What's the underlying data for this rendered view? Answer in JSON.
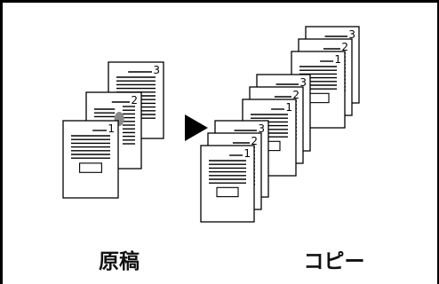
{
  "figure": {
    "original_caption": "原稿",
    "copy_caption": "コピー",
    "arrow_icon": "right-triangle-arrow",
    "page_numbers": [
      "1",
      "2",
      "3"
    ],
    "copy_set_count": 3,
    "line_color": "#000000",
    "gray_color": "#888888"
  }
}
